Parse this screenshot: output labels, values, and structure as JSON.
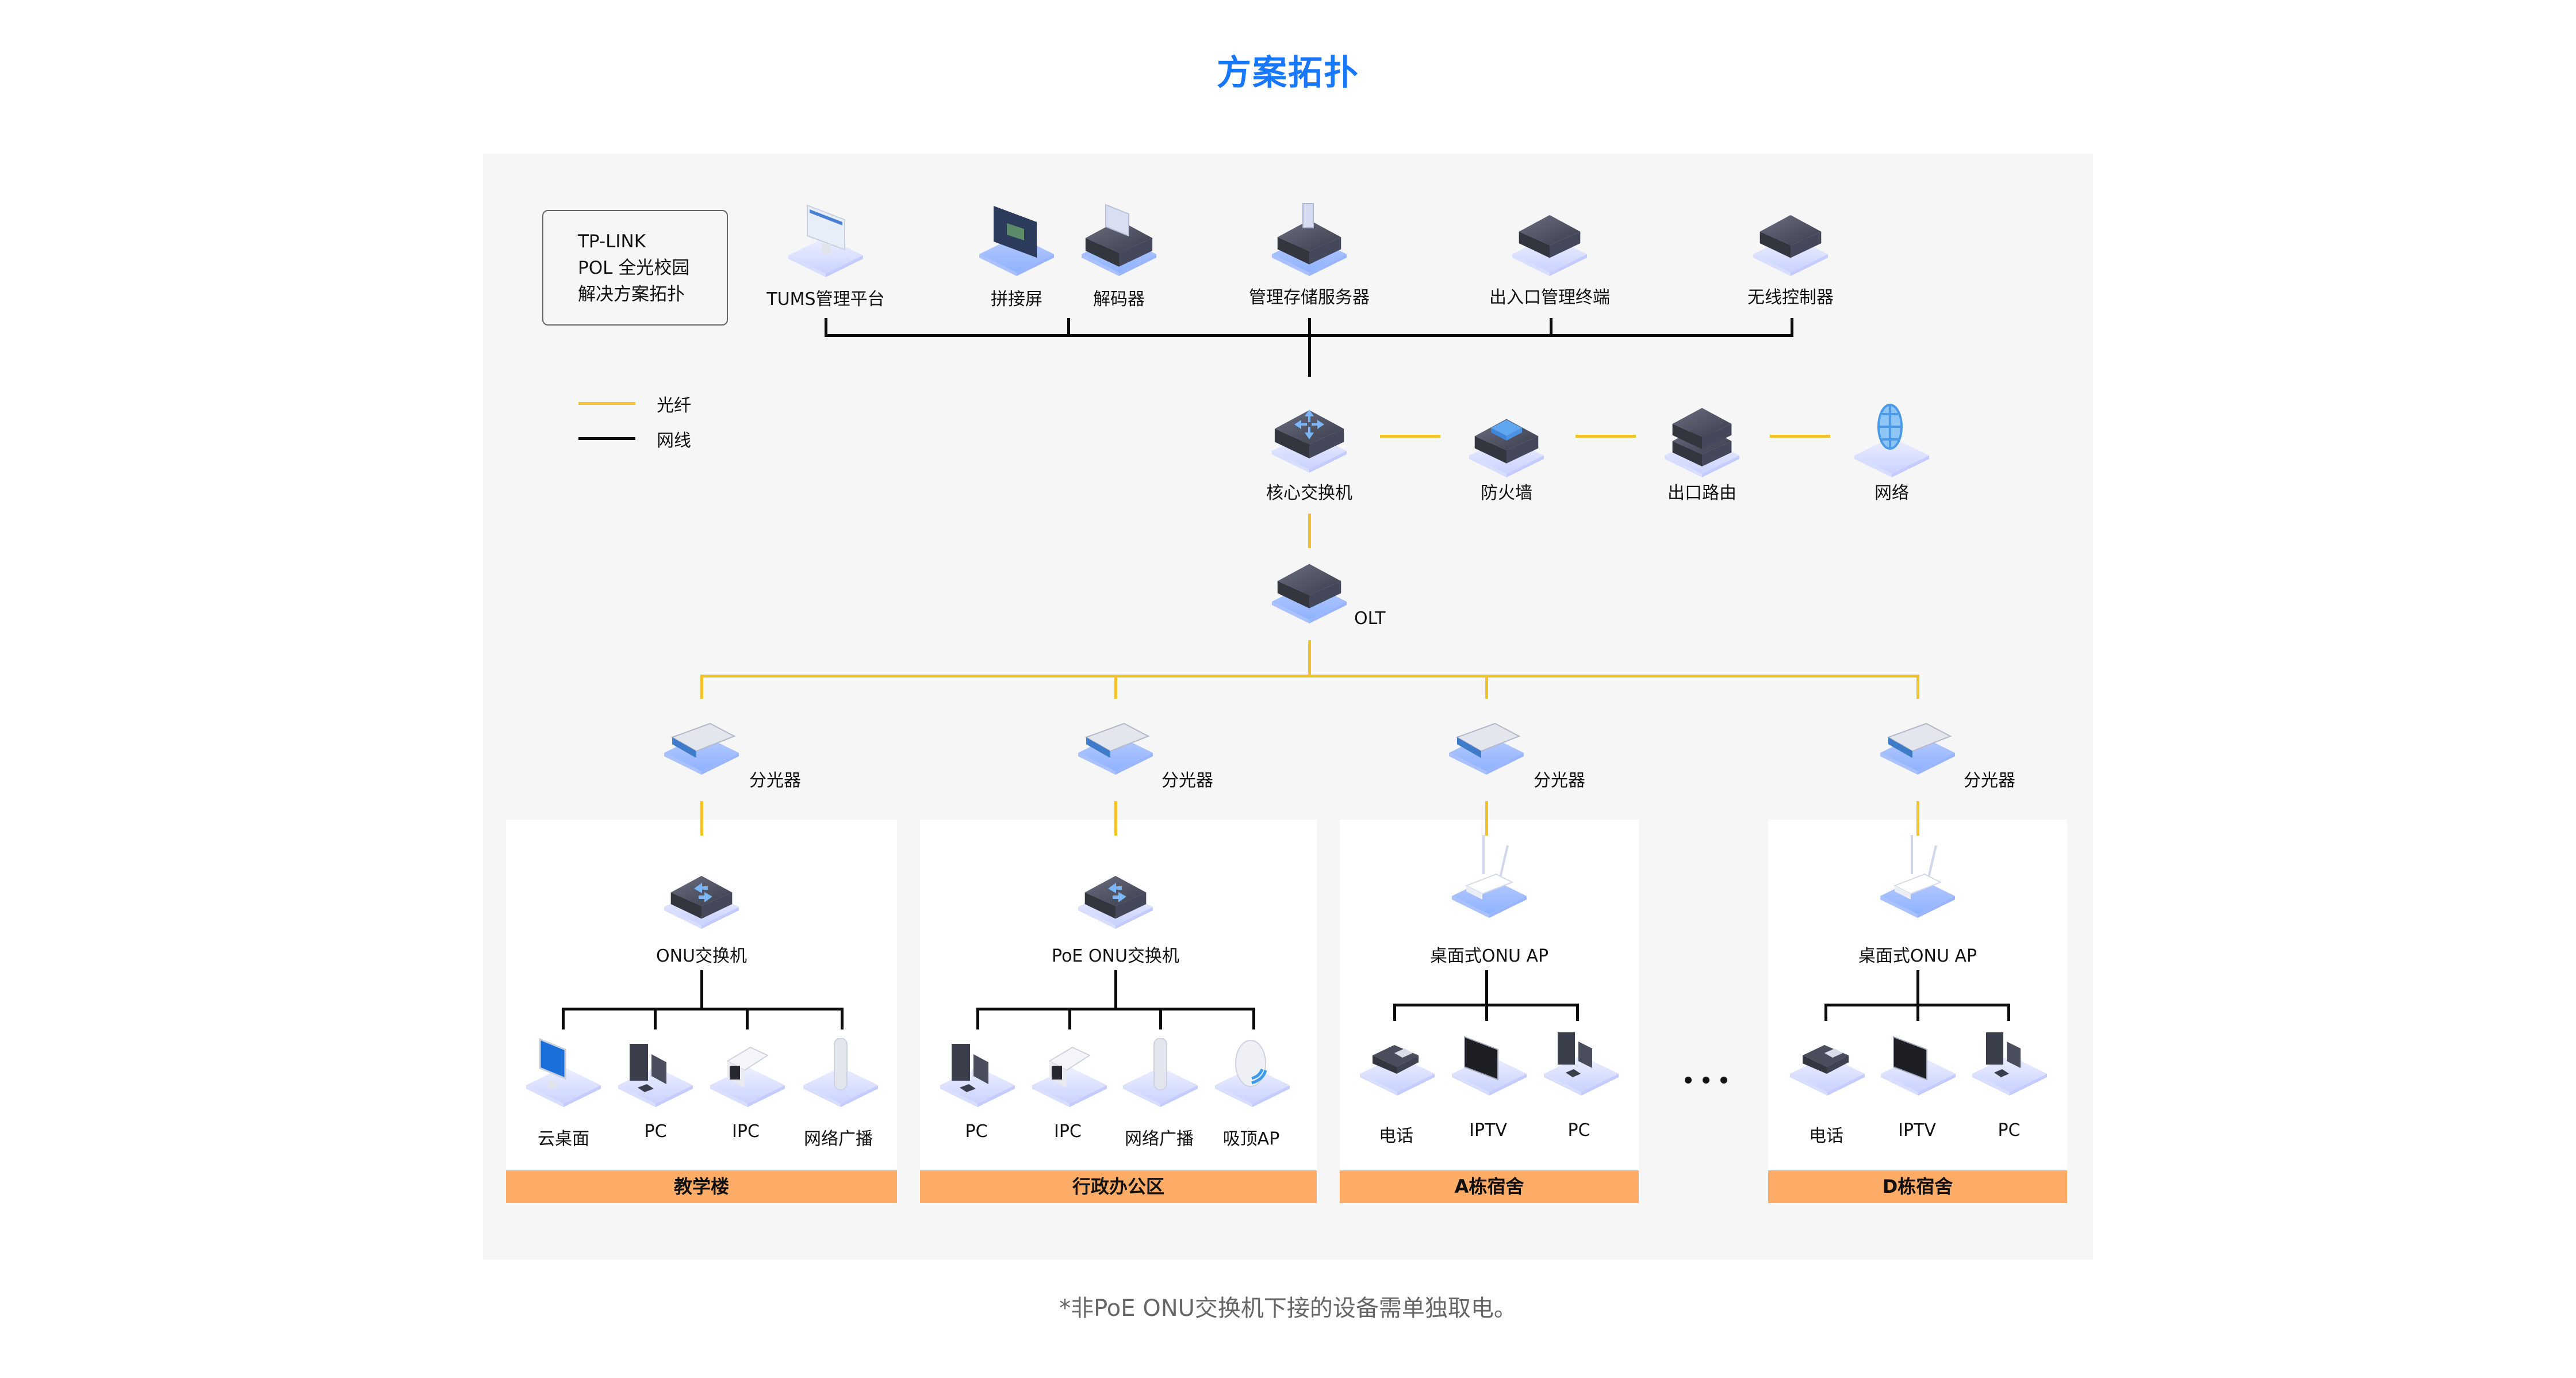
{
  "title": "方案拓扑",
  "info_box": {
    "line1": "TP-LINK",
    "line2": "POL 全光校园",
    "line3": "解决方案拓扑"
  },
  "legend": [
    {
      "label": "光纤",
      "color": "#f2c12e",
      "meaning": "fiber"
    },
    {
      "label": "网线",
      "color": "#0a0a0a",
      "meaning": "ethernet"
    }
  ],
  "management_row": [
    {
      "label": "TUMS管理平台",
      "icon": "monitor-icon"
    },
    {
      "label": "拼接屏",
      "icon": "video-wall-icon"
    },
    {
      "label": "解码器",
      "icon": "decoder-icon"
    },
    {
      "label": "管理存储服务器",
      "icon": "storage-server-icon"
    },
    {
      "label": "出入口管理终端",
      "icon": "gateway-terminal-icon"
    },
    {
      "label": "无线控制器",
      "icon": "wireless-controller-icon"
    }
  ],
  "core_row": [
    {
      "label": "核心交换机",
      "icon": "core-switch-icon"
    },
    {
      "label": "防火墙",
      "icon": "firewall-icon"
    },
    {
      "label": "出口路由",
      "icon": "router-icon"
    },
    {
      "label": "网络",
      "icon": "internet-globe-icon"
    }
  ],
  "olt": {
    "label": "OLT",
    "icon": "olt-icon"
  },
  "splitter_label": "分光器",
  "zones": [
    {
      "name": "教学楼",
      "onu": {
        "label": "ONU交换机",
        "icon": "onu-switch-icon"
      },
      "devices": [
        {
          "label": "云桌面",
          "icon": "cloud-desktop-icon"
        },
        {
          "label": "PC",
          "icon": "pc-icon"
        },
        {
          "label": "IPC",
          "icon": "ip-camera-icon"
        },
        {
          "label": "网络广播",
          "icon": "network-speaker-icon"
        }
      ]
    },
    {
      "name": "行政办公区",
      "onu": {
        "label": "PoE ONU交换机",
        "icon": "poe-onu-switch-icon"
      },
      "devices": [
        {
          "label": "PC",
          "icon": "pc-icon"
        },
        {
          "label": "IPC",
          "icon": "ip-camera-icon"
        },
        {
          "label": "网络广播",
          "icon": "network-speaker-icon"
        },
        {
          "label": "吸顶AP",
          "icon": "ceiling-ap-icon"
        }
      ]
    },
    {
      "name": "A栋宿舍",
      "onu": {
        "label": "桌面式ONU AP",
        "icon": "desktop-onu-ap-icon"
      },
      "devices": [
        {
          "label": "电话",
          "icon": "phone-icon"
        },
        {
          "label": "IPTV",
          "icon": "tv-icon"
        },
        {
          "label": "PC",
          "icon": "pc-icon"
        }
      ]
    },
    {
      "name": "D栋宿舍",
      "onu": {
        "label": "桌面式ONU AP",
        "icon": "desktop-onu-ap-icon"
      },
      "devices": [
        {
          "label": "电话",
          "icon": "phone-icon"
        },
        {
          "label": "IPTV",
          "icon": "tv-icon"
        },
        {
          "label": "PC",
          "icon": "pc-icon"
        }
      ]
    }
  ],
  "ellipsis": "...",
  "footnote": "*非PoE ONU交换机下接的设备需单独取电。",
  "colors": {
    "title": "#1677ff",
    "fiber": "#f2c12e",
    "ethernet": "#0a0a0a",
    "zone_bar": "#fcac67",
    "panel_bg": "#f6f6f6"
  }
}
